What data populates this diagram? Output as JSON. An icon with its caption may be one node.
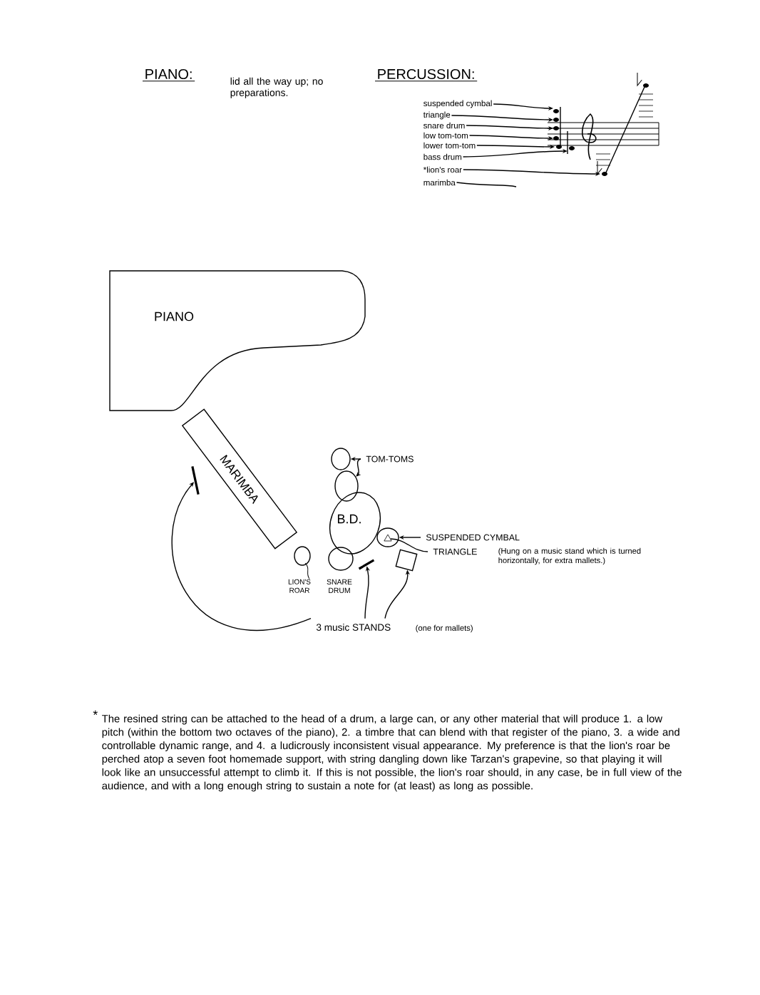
{
  "diagram": {
    "nodes": [
      {
        "text": [
          "PIANO"
        ]
      },
      {
        "text": [
          "MARIMBA"
        ]
      },
      {
        "text": [],
        "shape": "bar"
      },
      {
        "text": [
          "TOM-TOMS"
        ]
      },
      {
        "text": [],
        "shape": "circle"
      },
      {
        "text": [],
        "shape": "circle"
      },
      {
        "text": [
          "B.D."
        ]
      },
      {
        "text": [],
        "shape": "circle"
      },
      {
        "text": [
          "SUSPENDED CYMBAL"
        ]
      },
      {
        "text": [],
        "shape": "triangle",
        "in": 7
      },
      {
        "text": [
          "TRIANGLE"
        ],
        "beside": [
          "(Hung on a music stand which is turned horizontally, for extra mallets.)"
        ]
      },
      {
        "text": [],
        "shape": "box"
      },
      {
        "text": [],
        "shape": "bar"
      },
      {
        "text": [],
        "shape": "circle",
        "beside": [
          "LION'S ROAR"
        ]
      },
      {
        "text": [],
        "shape": "circle",
        "beside": [
          "SNARE DRUM"
        ]
      },
      {
        "text": [
          "3 music STANDS"
        ],
        "beside": [
          "(one for mallets)"
        ]
      },
      {
        "text": [
          "suspended cymbal"
        ]
      },
      {
        "text": [
          "triangle"
        ]
      },
      {
        "text": [
          "snare drum"
        ]
      },
      {
        "text": [
          "low tom-tom"
        ]
      },
      {
        "text": [
          "lower tom-tom"
        ]
      },
      {
        "text": [
          "bass drum"
        ]
      },
      {
        "text": [
          "*lion's roar"
        ]
      },
      {
        "text": [
          "marimba"
        ]
      }
    ],
    "edges": [
      {
        "from": 3,
        "to": 4,
        "arrow": "to"
      },
      {
        "from": 3,
        "to": 5,
        "arrow": "to"
      },
      {
        "from": 8,
        "to": 7,
        "arrow": "to"
      },
      {
        "from": 10,
        "to": 9,
        "arrow": "none"
      },
      {
        "from": 15,
        "to": 2,
        "arrow": "to"
      },
      {
        "from": 15,
        "to": 12,
        "arrow": "to"
      },
      {
        "from": 15,
        "to": 11,
        "arrow": "to"
      },
      {
        "from": 16,
        "to": null,
        "arrow": "to"
      },
      {
        "from": 17,
        "to": null,
        "arrow": "to"
      },
      {
        "from": 18,
        "to": null,
        "arrow": "to"
      },
      {
        "from": 19,
        "to": null,
        "arrow": "to"
      },
      {
        "from": 20,
        "to": null,
        "arrow": "to"
      },
      {
        "from": 21,
        "to": null,
        "arrow": "to"
      },
      {
        "from": 22,
        "to": null,
        "arrow": "to"
      },
      {
        "from": 23,
        "to": null,
        "arrow": "none"
      }
    ],
    "labels": [
      "PIANO:",
      "lid all the way up; no preparations.",
      "PERCUSSION:",
      "*",
      "The resined string can be attached to the head of a drum, a large can, or any other material that will produce 1. a low pitch (within the bottom two octaves of the piano), 2. a timbre that can blend with that register of the piano, 3. a wide and controllable dynamic range, and 4. a ludicrously inconsistent visual appearance. My preference is that the lion's roar be perched atop a seven foot homemade support, with string dangling down like Tarzan's grapevine, so that playing it will look like an unsuccessful attempt to climb it. If this is not possible, the lion's roar should, in any case, be in full view of the audience, and with a long enough string to sustain a note for (at least) as long as possible."
    ]
  }
}
